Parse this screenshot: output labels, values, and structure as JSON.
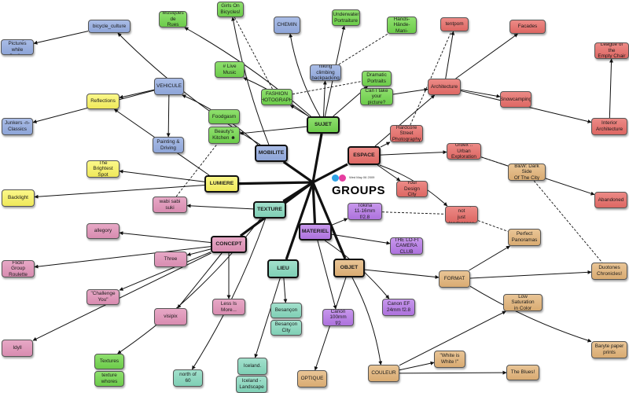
{
  "logo": {
    "date": "Wed May 06 2009",
    "word": "GROUPS",
    "color_a": "#2fa3e6",
    "color_b": "#e63ea0"
  },
  "nodes": [
    {
      "id": "bicycle",
      "label": "bicycle_culture",
      "color": "blue"
    },
    {
      "id": "taking",
      "label": "Taking Pictures\nwhile Cycling",
      "color": "blue"
    },
    {
      "id": "musiques",
      "label": "Musiques de\nRues",
      "color": "green"
    },
    {
      "id": "girls",
      "label": "Girls On\nBicycles!",
      "color": "green"
    },
    {
      "id": "chemin",
      "label": "CHEMIN",
      "color": "blue"
    },
    {
      "id": "underwater",
      "label": "Underwater\nPortraiture",
      "color": "green"
    },
    {
      "id": "mains",
      "label": "[Mains-Hands-\nHände-Mani-\nManos]",
      "color": "green"
    },
    {
      "id": "tentpom",
      "label": "tentpom",
      "color": "red"
    },
    {
      "id": "facades",
      "label": "Facades",
      "color": "red"
    },
    {
      "id": "league",
      "label": "League of the\nEmpty Chair",
      "color": "red"
    },
    {
      "id": "vehicule",
      "label": "VEHICULE",
      "color": "blue"
    },
    {
      "id": "livemusic",
      "label": "# Live Music",
      "color": "green"
    },
    {
      "id": "hiking",
      "label": "hiking climbing\nbackpacking",
      "color": "blue"
    },
    {
      "id": "dramatic",
      "label": "Dramatic\nPortraits",
      "color": "green"
    },
    {
      "id": "canyou",
      "label": "Can I take your\npicture?",
      "color": "green"
    },
    {
      "id": "fashion",
      "label": "FASHION\nPHOTOGRAPHY",
      "color": "green"
    },
    {
      "id": "architecture",
      "label": "Architecture",
      "color": "red"
    },
    {
      "id": "snowcamping",
      "label": "Snowcamping",
      "color": "red"
    },
    {
      "id": "reflections",
      "label": "Reflections",
      "color": "yellow"
    },
    {
      "id": "foodgasm",
      "label": "Foodgasm",
      "color": "green"
    },
    {
      "id": "beautys",
      "label": "Beauty's\nKitchen ☻",
      "color": "green"
    },
    {
      "id": "sujet",
      "label": "SUJET",
      "color": "green",
      "hub": true
    },
    {
      "id": "interior",
      "label": "Interior\nArchitecture",
      "color": "red"
    },
    {
      "id": "junkers",
      "label": "Junkers -n-\nClassics",
      "color": "blue"
    },
    {
      "id": "painting",
      "label": "Painting &\nDriving",
      "color": "blue"
    },
    {
      "id": "mobilite",
      "label": "MOBILITE",
      "color": "blue",
      "hub": true
    },
    {
      "id": "hardcore",
      "label": "Hardcore Street\nPhotography",
      "color": "red"
    },
    {
      "id": "espace",
      "label": "ESPACE",
      "color": "red",
      "hub": true
    },
    {
      "id": "urbex",
      "label": "Urbex :: Urban\nExploration",
      "color": "red"
    },
    {
      "id": "brightest",
      "label": "The Brightest\nSpot",
      "color": "yellow"
    },
    {
      "id": "bw",
      "label": "B&W: Dark Side\nOf The City",
      "color": "tan"
    },
    {
      "id": "lumiere",
      "label": "LUMIERE",
      "color": "yellow",
      "hub": true
    },
    {
      "id": "yourdesign",
      "label": "Your Design\nCity",
      "color": "red"
    },
    {
      "id": "backlight",
      "label": "Backlight",
      "color": "yellow"
    },
    {
      "id": "wabi",
      "label": "wabi sabi suki",
      "color": "pink"
    },
    {
      "id": "texture",
      "label": "TEXTURE",
      "color": "teal",
      "hub": true
    },
    {
      "id": "tokina",
      "label": "Tokina\n11-16mm f/2.8",
      "color": "purple"
    },
    {
      "id": "scenics",
      "label": "Scenics, not\njust landscapes",
      "color": "red"
    },
    {
      "id": "abandoned",
      "label": "Abandoned",
      "color": "red"
    },
    {
      "id": "allegory",
      "label": "allegory",
      "color": "pink"
    },
    {
      "id": "materiel",
      "label": "MATERIEL",
      "color": "purple",
      "hub": true
    },
    {
      "id": "perfect",
      "label": "Perfect\nPanoramas",
      "color": "tan"
    },
    {
      "id": "concept",
      "label": "CONCEPT",
      "color": "pink",
      "hub": true
    },
    {
      "id": "lofi",
      "label": "THE LO-FI\nCAMERA CLUB",
      "color": "purple"
    },
    {
      "id": "flickr",
      "label": "Flickr Group\nRoulette",
      "color": "pink"
    },
    {
      "id": "three",
      "label": "Three",
      "color": "pink"
    },
    {
      "id": "lieu",
      "label": "LIEU",
      "color": "teal",
      "hub": true
    },
    {
      "id": "objet",
      "label": "OBJET",
      "color": "tan",
      "hub": true
    },
    {
      "id": "format",
      "label": "FORMAT",
      "color": "tan"
    },
    {
      "id": "duotones",
      "label": "Duotones\nChronicles!",
      "color": "tan"
    },
    {
      "id": "challenge",
      "label": "\"Challenge You\"",
      "color": "pink"
    },
    {
      "id": "lessis",
      "label": "Less Is More...",
      "color": "pink"
    },
    {
      "id": "besancon",
      "label": "Besançon",
      "color": "teal"
    },
    {
      "id": "canon100",
      "label": "Canon 100mm\nf/2",
      "color": "purple"
    },
    {
      "id": "canonef",
      "label": "Canon EF\n24mm f2.8",
      "color": "purple"
    },
    {
      "id": "lowsat",
      "label": "Low Saturation\nin Color",
      "color": "tan"
    },
    {
      "id": "visipix",
      "label": "visipix",
      "color": "pink"
    },
    {
      "id": "besanconcity",
      "label": "Besançon City",
      "color": "teal"
    },
    {
      "id": "idyll",
      "label": "Idyll",
      "color": "pink"
    },
    {
      "id": "baryte",
      "label": "Baryte paper\nprints",
      "color": "tan"
    },
    {
      "id": "white",
      "label": "\"White is\nWhite !\"",
      "color": "tan"
    },
    {
      "id": "textures",
      "label": "Textures",
      "color": "green"
    },
    {
      "id": "texturewhores",
      "label": "texture whores",
      "color": "green"
    },
    {
      "id": "iceland",
      "label": "Iceland.",
      "color": "teal"
    },
    {
      "id": "north60",
      "label": "north of 60",
      "color": "teal"
    },
    {
      "id": "couleur",
      "label": "COULEUR",
      "color": "tan"
    },
    {
      "id": "blues",
      "label": "The Blues!",
      "color": "tan"
    },
    {
      "id": "optique",
      "label": "OPTIQUE",
      "color": "tan"
    },
    {
      "id": "icelandl",
      "label": "Iceland -\nLandscape",
      "color": "teal"
    }
  ],
  "colors": {
    "blue": "#8ea5d8",
    "green": "#6ccb4a",
    "yellow": "#efe85a",
    "pink": "#d88cb0",
    "teal": "#7fcfb5",
    "red": "#dd6763",
    "purple": "#ad72dd",
    "tan": "#d9ab72",
    "edge": "#111111"
  }
}
